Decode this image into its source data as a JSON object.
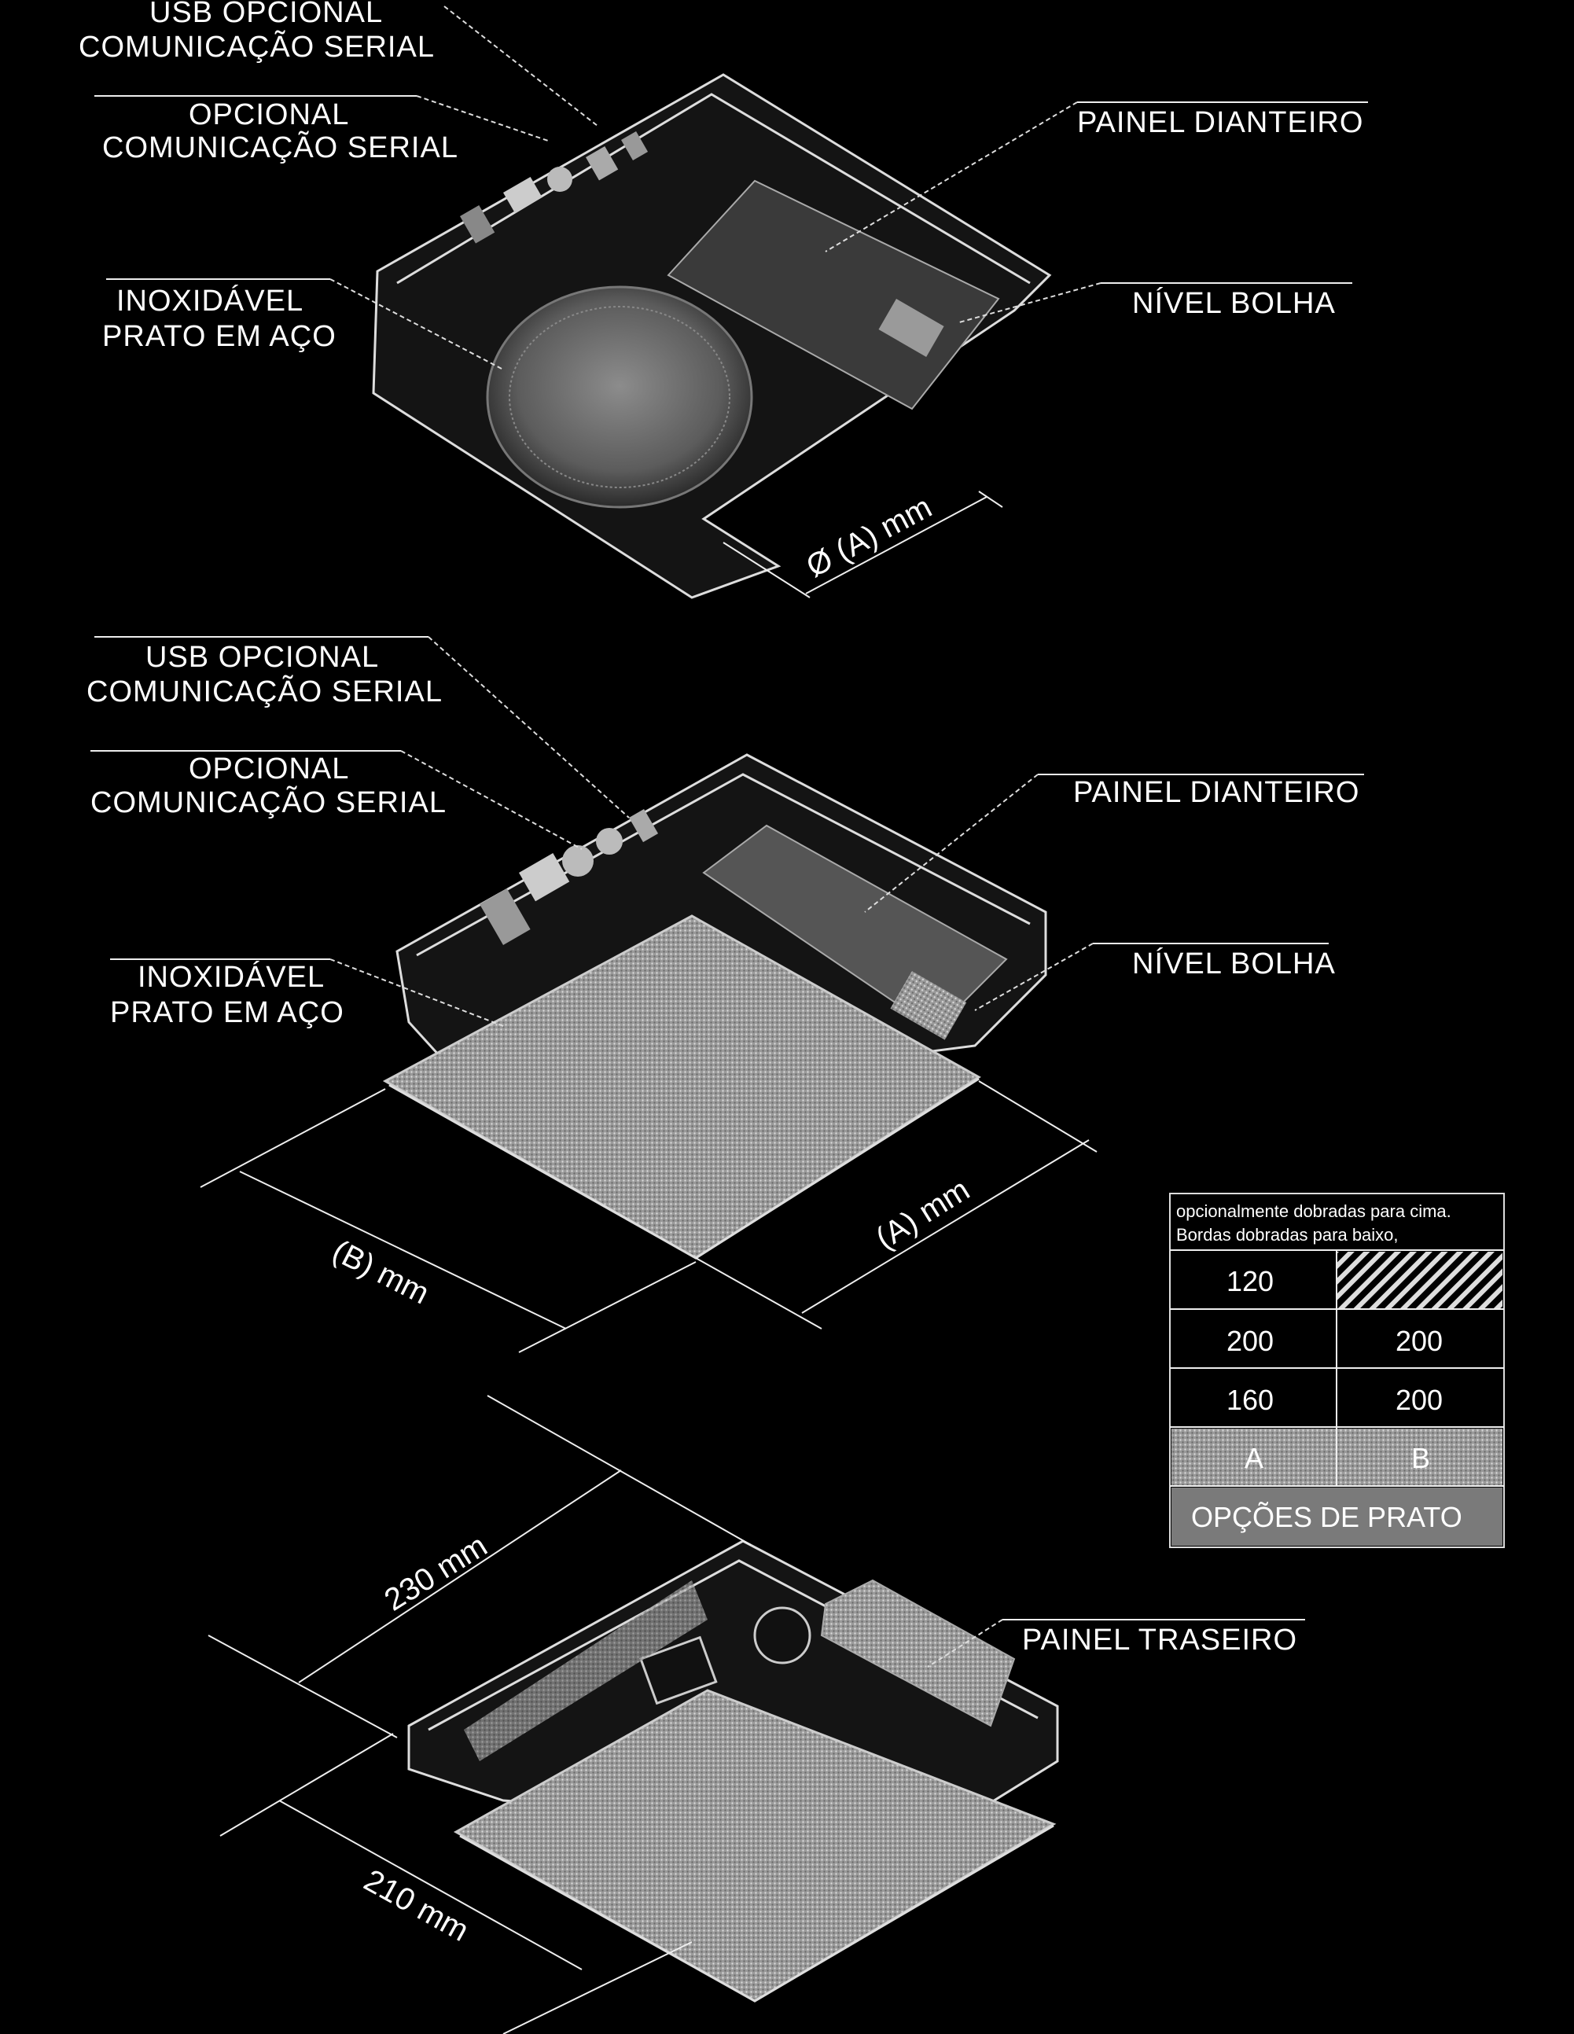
{
  "figure_1": {
    "usb_label": "USB OPCIONAL",
    "serial_comm_label_a": "COMUNICAÇÃO SERIAL",
    "serial_comm_label_b": "COMUNICAÇÃO SERIAL",
    "optional_label": "OPCIONAL",
    "front_panel_label": "PAINEL DIANTEIRO",
    "plate_label_line1": "PRATO EM AÇO",
    "plate_label_line2": "INOXIDÁVEL",
    "bubble_level_label": "NÍVEL BOLHA",
    "diameter_label": "Ø (A) mm"
  },
  "figure_2": {
    "usb_label": "USB OPCIONAL",
    "serial_comm_label_a": "COMUNICAÇÃO SERIAL",
    "serial_comm_label_b": "COMUNICAÇÃO SERIAL",
    "optional_label": "OPCIONAL",
    "front_panel_label": "PAINEL DIANTEIRO",
    "plate_label_line1": "PRATO EM AÇO",
    "plate_label_line2": "INOXIDÁVEL",
    "bubble_level_label": "NÍVEL BOLHA",
    "dim_a_label": "(A) mm",
    "dim_b_label": "(B) mm"
  },
  "figure_3": {
    "rear_panel_label": "PAINEL TRASEIRO",
    "dim_230_label": "230 mm",
    "dim_210_label": "210 mm"
  },
  "plate_options_table": {
    "title": "OPÇÕES DE PRATO",
    "columns": [
      "A",
      "B"
    ],
    "rows": [
      [
        "160",
        "200"
      ],
      [
        "200",
        "200"
      ],
      [
        "120",
        ""
      ]
    ],
    "note_line1": "Bordas dobradas para baixo,",
    "note_line2": "opcionalmente dobradas para cima."
  },
  "colors": {
    "background": "#000000",
    "ink": "#ffffff",
    "plate_fill": "#bdbdbd",
    "table_header_fill": "#8a8a8a"
  }
}
